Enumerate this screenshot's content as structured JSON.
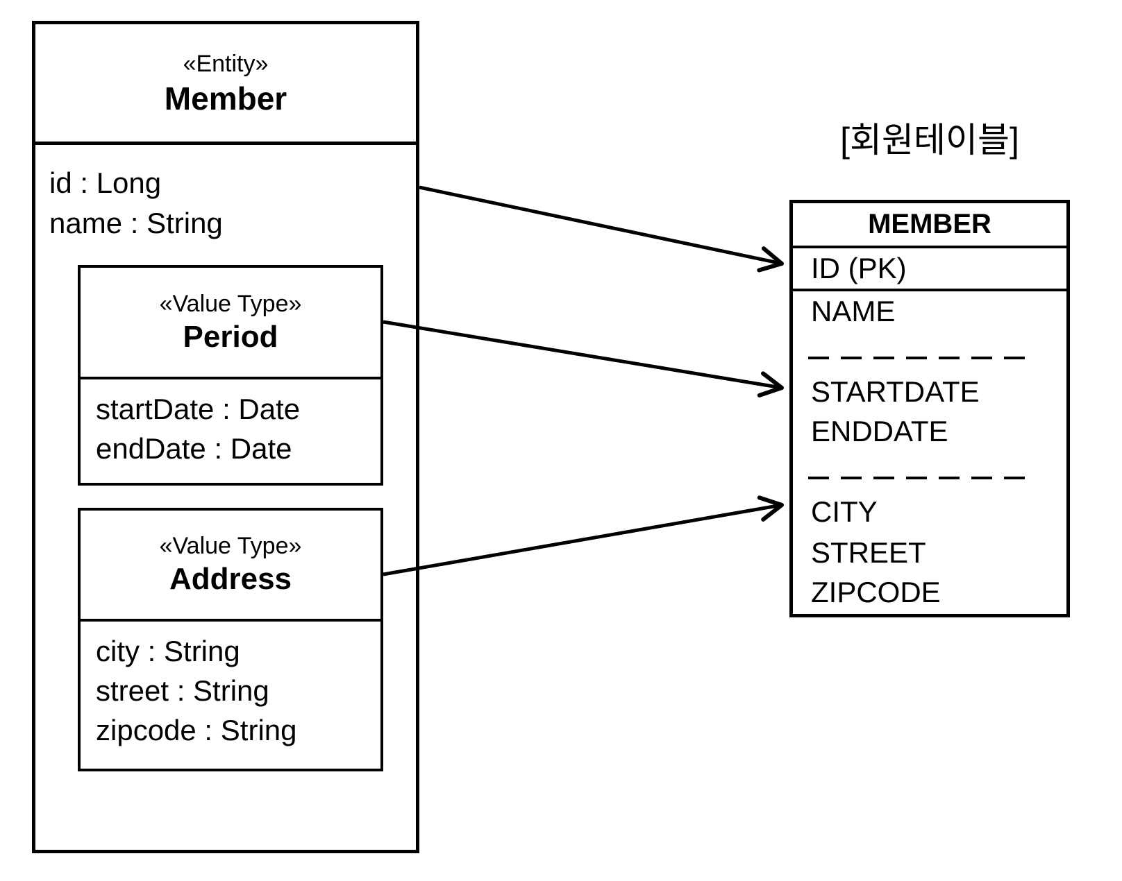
{
  "colors": {
    "ink": "#000000",
    "background": "#ffffff"
  },
  "entity": {
    "stereotype": "«Entity»",
    "name": "Member",
    "attributes": [
      "id : Long",
      "name : String"
    ]
  },
  "value_types": {
    "period": {
      "stereotype": "«Value Type»",
      "name": "Period",
      "attributes": [
        "startDate : Date",
        "endDate : Date"
      ]
    },
    "address": {
      "stereotype": "«Value Type»",
      "name": "Address",
      "attributes": [
        "city : String",
        "street : String",
        "zipcode : String"
      ]
    }
  },
  "table": {
    "caption": "[회원테이블]",
    "name": "MEMBER",
    "primary_key": "ID (PK)",
    "column_groups": [
      {
        "columns": [
          "NAME"
        ]
      },
      {
        "columns": [
          "STARTDATE",
          "ENDDATE"
        ]
      },
      {
        "columns": [
          "CITY",
          "STREET",
          "ZIPCODE"
        ]
      }
    ]
  }
}
